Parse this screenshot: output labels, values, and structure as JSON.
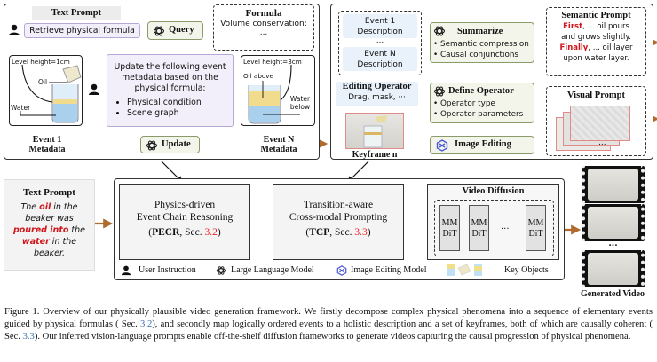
{
  "top_left": {
    "text_prompt_label": "Text Prompt",
    "retrieve_label": "Retrieve physical formula",
    "query_label": "Query",
    "formula_title": "Formula",
    "formula_text": "Volume conservation:",
    "formula_ellipsis": "...",
    "event1_level": "Level height=1cm",
    "event1_oil": "Oil",
    "event1_water": "Water",
    "update_instruction": "Update the following event metadata based on the physical formula:",
    "update_bullets": [
      "Physical condition",
      "Scene graph"
    ],
    "eventN_level": "Level height=3cm",
    "eventN_oil": "Oil above",
    "eventN_water": "Water below",
    "event1_label": "Event 1 Metadata",
    "eventN_label": "Event N Metadata",
    "update_label": "Update"
  },
  "top_right": {
    "event1_desc": "Event 1 Description",
    "ellipsis": "...",
    "eventN_desc": "Event N Description",
    "summarize_title": "Summarize",
    "summarize_bullets": [
      "Semantic compression",
      "Causal conjunctions"
    ],
    "semantic_title": "Semantic Prompt",
    "semantic_first": "First",
    "semantic_line1": ", ... oil pours",
    "semantic_line2": "and grows slightly.",
    "semantic_finally": "Finally",
    "semantic_line3": ", ... oil layer",
    "semantic_line4": "upon water layer.",
    "editing_title": "Editing Operator",
    "editing_sub": "Drag, mask, ···",
    "define_title": "Define Operator",
    "define_bullets": [
      "Operator type",
      "Operator parameters"
    ],
    "image_editing_label": "Image Editing",
    "keyframe_label": "Keyframe n",
    "visual_title": "Visual Prompt",
    "visual_ellipsis": "..."
  },
  "bottom": {
    "text_prompt_title": "Text Prompt",
    "text_prompt_parts": [
      {
        "t": "The ",
        "red": false
      },
      {
        "t": "oil",
        "red": true
      },
      {
        "t": " in the beaker was ",
        "red": false
      },
      {
        "t": "poured into",
        "red": true
      },
      {
        "t": " the ",
        "red": false
      },
      {
        "t": "water",
        "red": true
      },
      {
        "t": " in the beaker.",
        "red": false
      }
    ],
    "pecr_line1": "Physics-driven",
    "pecr_line2": "Event Chain Reasoning",
    "pecr_abbr": "PECR",
    "pecr_sec": ", Sec. ",
    "pecr_ref": "3.2",
    "tcp_line1": "Transition-aware",
    "tcp_line2": "Cross-modal Prompting",
    "tcp_abbr": "TCP",
    "tcp_sec": ", Sec. ",
    "tcp_ref": "3.3",
    "video_diffusion_title": "Video Diffusion",
    "mmdit_label": "MM DiT",
    "mmdit_ellipsis": "...",
    "legend": [
      "User Instruction",
      "Large Language Model",
      "Image Editing Model",
      "Key Objects"
    ],
    "generated_video_label": "Generated Video",
    "generated_ellipsis": "..."
  },
  "caption": {
    "p1": "Figure 1.  Overview of our physically plausible video generation framework.  We firstly decompose complex physical phenomena into a sequence of elementary events guided by physical formulas ( Sec. ",
    "ref1": "3.2",
    "p2": "), and secondly map logically ordered events to a holistic description and a set of keyframes, both of which are causally coherent ( Sec. ",
    "ref2": "3.3",
    "p3": "). Our inferred vision-language prompts enable off-the-shelf diffusion frameworks to generate videos capturing the causal progression of physical phenomena."
  },
  "colors": {
    "arrow_brown": "#b06a2e",
    "highlight_red": "#d0161b",
    "llm_green_bg": "#f3f5ea",
    "instruction_purple_bg": "#f3effa"
  }
}
